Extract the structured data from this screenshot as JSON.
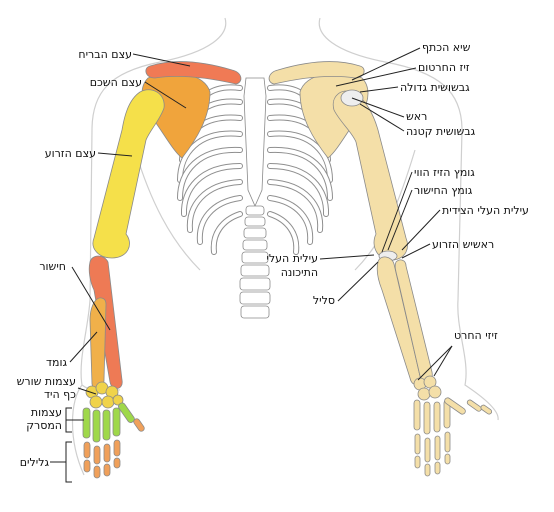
{
  "colors": {
    "clavicle": "#f07a55",
    "scapula": "#f0a43c",
    "humerus": "#f5e04a",
    "ulna": "#ee7a55",
    "radius": "#f0b04a",
    "carpals": "#f0d34a",
    "metacarpals": "#9fd84a",
    "phalanges": "#f0a05a",
    "plain_bone": "#f4dfa8",
    "ribcage": "#ffffff"
  },
  "labels_left": {
    "clavicle": "עצם הבריח",
    "scapula": "עצם השכם",
    "humerus": "עצם הזרוע",
    "ulna": "חישור",
    "radius": "גומד",
    "carpals_line1": "עצמות שורש",
    "carpals_line2": "כף היד",
    "metacarpals_line1": "עצמות",
    "metacarpals_line2": "המסרק",
    "phalanges": "גלילים"
  },
  "labels_right": {
    "acromion": "שיא הכתף",
    "coracoid": "זיז החרטום",
    "greater_tubercle": "גבשושית גדולה",
    "head": "ראש",
    "lesser_tubercle": "גבשושית קטנה",
    "coronoid_fossa": "גומץ הזיז הווי",
    "radial_fossa": "גומץ החישור",
    "lateral_epicondyle": "עילית העלי הצידית",
    "radial_head": "ראשיש הזרוע",
    "medial_epicondyle_line1": "עילית העלי",
    "medial_epicondyle_line2": "התיכונה",
    "trochlea": "סליל",
    "styloid": "זיזי החרט"
  }
}
